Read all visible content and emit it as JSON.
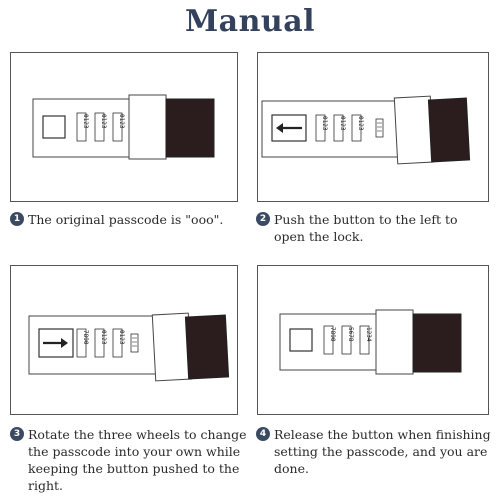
{
  "title": "Manual",
  "colors": {
    "title": "#33415c",
    "badge": "#3b4a63",
    "lock_dark": "#2b1d1d"
  },
  "steps": [
    {
      "number": "1",
      "text": "The original passcode is \"ooo\"."
    },
    {
      "number": "2",
      "text": "Push the button to the left to open the lock."
    },
    {
      "number": "3",
      "text": "Rotate the three wheels to change the passcode into your own while keeping the button pushed to the right."
    },
    {
      "number": "4",
      "text": "Release the button when finishing setting the passcode, and you are done."
    }
  ],
  "wheels": {
    "set1": [
      "0123",
      "0123",
      "0123"
    ],
    "set2": [
      "0123",
      "0123",
      "0123"
    ],
    "set3": [
      "7890",
      "0123",
      "0123"
    ],
    "set4": [
      "7890",
      "5678",
      "1234"
    ]
  },
  "icons": {
    "step_badge": "numbered-circle-icon",
    "arrow": "arrow-left-icon",
    "arrow_right": "arrow-right-icon"
  }
}
